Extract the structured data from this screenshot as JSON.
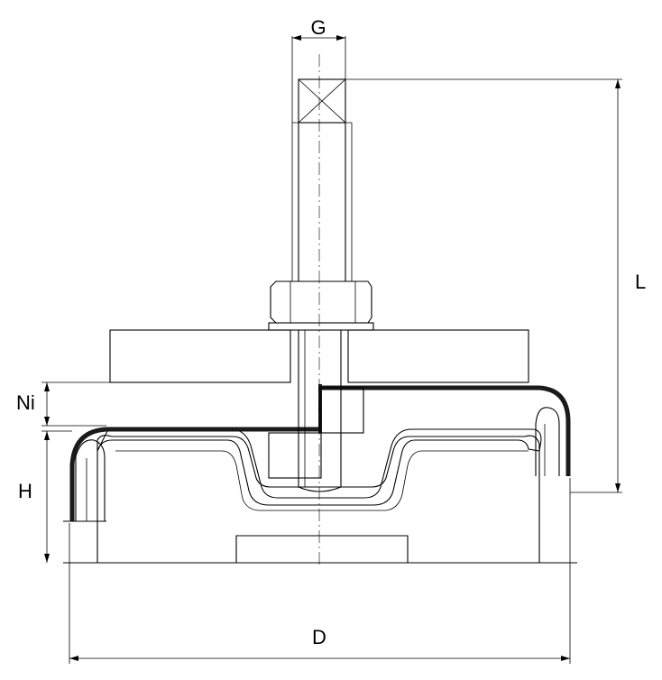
{
  "dimensions": {
    "g": "G",
    "l": "L",
    "ni": "Ni",
    "h": "H",
    "d": "D"
  },
  "colors": {
    "line": "#000000",
    "shell": "#1a1a1a",
    "background": "#ffffff"
  }
}
